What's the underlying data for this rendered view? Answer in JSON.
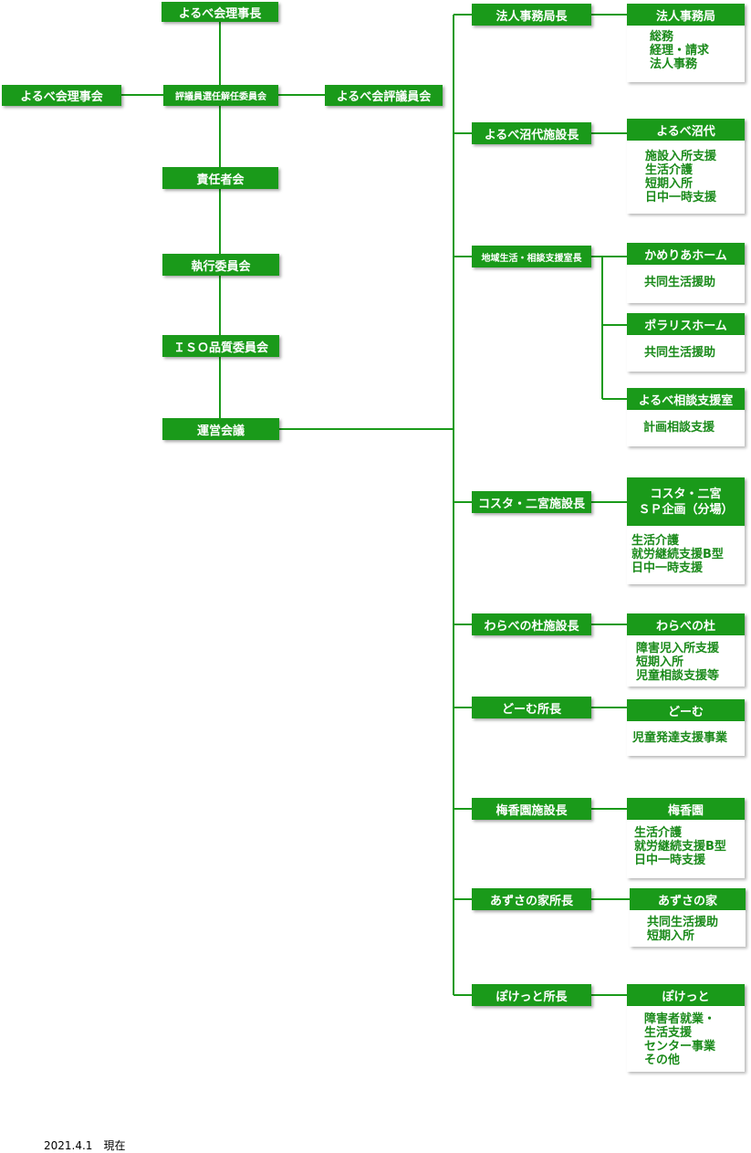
{
  "left_nodes": {
    "chairman": "よるべ会理事長",
    "board": "よるべ会理事会",
    "selection_committee": "評議員選任解任委員会",
    "councilors": "よるべ会評議員会",
    "responsible": "責任者会",
    "executive": "執行委員会",
    "iso": "ＩＳＯ品質委員会",
    "management": "運営会議"
  },
  "branches": [
    {
      "head": "法人事務局長",
      "units": [
        {
          "name": "法人事務局",
          "services": [
            "総務",
            "経理・請求",
            "法人事務"
          ]
        }
      ]
    },
    {
      "head": "よるべ沼代施設長",
      "units": [
        {
          "name": "よるべ沼代",
          "services": [
            "施設入所支援",
            "生活介護",
            "短期入所",
            "日中一時支援"
          ]
        }
      ]
    },
    {
      "head": "地域生活・相談支援室長",
      "units": [
        {
          "name": "かめりあホーム",
          "services": [
            "共同生活援助"
          ]
        },
        {
          "name": "ポラリスホーム",
          "services": [
            "共同生活援助"
          ]
        },
        {
          "name": "よるべ相談支援室",
          "services": [
            "計画相談支援"
          ]
        }
      ]
    },
    {
      "head": "コスタ・二宮施設長",
      "units": [
        {
          "name": [
            "コスタ・二宮",
            "ＳＰ企画（分場）"
          ],
          "services": [
            "生活介護",
            "就労継続支援B型",
            "日中一時支援"
          ]
        }
      ]
    },
    {
      "head": "わらべの杜施設長",
      "units": [
        {
          "name": "わらべの杜",
          "services": [
            "障害児入所支援",
            "短期入所",
            "児童相談支援等"
          ]
        }
      ]
    },
    {
      "head": "どーむ所長",
      "units": [
        {
          "name": "どーむ",
          "services": [
            "児童発達支援事業"
          ]
        }
      ]
    },
    {
      "head": "梅香園施設長",
      "units": [
        {
          "name": "梅香園",
          "services": [
            "生活介護",
            "就労継続支援B型",
            "日中一時支援"
          ]
        }
      ]
    },
    {
      "head": "あずさの家所長",
      "units": [
        {
          "name": "あずさの家",
          "services": [
            "共同生活援助",
            "短期入所"
          ]
        }
      ]
    },
    {
      "head": "ぽけっと所長",
      "units": [
        {
          "name": "ぽけっと",
          "services": [
            "障害者就業・",
            "生活支援",
            "センター事業",
            "その他"
          ]
        }
      ]
    }
  ],
  "footer": "2021.4.1　現在",
  "colors": {
    "node_fill": "#1a9a1a",
    "node_text": "#ffffff",
    "panel_text": "#1a8a1a",
    "line": "#1a9a1a"
  }
}
